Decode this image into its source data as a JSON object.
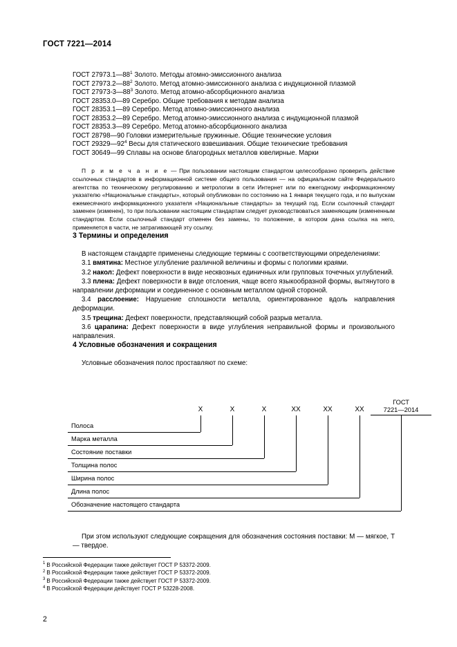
{
  "header": {
    "standard_ref": "ГОСТ 7221—2014"
  },
  "referenced_standards": [
    {
      "text_before": "ГОСТ 27973.1—88",
      "sup": "1",
      "text_after": " Золото. Методы атомно-эмиссионного анализа"
    },
    {
      "text_before": "ГОСТ 27973.2—88",
      "sup": "2",
      "text_after": " Золото. Метод атомно-эмиссионного анализа с индукционной плазмой"
    },
    {
      "text_before": "ГОСТ 27973-3—88",
      "sup": "3",
      "text_after": " Золото. Метод атомно-абсорбционного анализа"
    },
    {
      "text_before": "ГОСТ 28353.0—89 Серебро. Общие требования к методам анализа",
      "sup": "",
      "text_after": ""
    },
    {
      "text_before": "ГОСТ 28353.1—89 Серебро. Метод атомно-эмиссионного анализа",
      "sup": "",
      "text_after": ""
    },
    {
      "text_before": "ГОСТ 28353.2—89 Серебро. Метод атомно-эмиссионного анализа с индукционной плазмой",
      "sup": "",
      "text_after": ""
    },
    {
      "text_before": "ГОСТ 28353.3—89 Серебро. Метод атомно-абсорбционного анализа",
      "sup": "",
      "text_after": ""
    },
    {
      "text_before": "ГОСТ 28798—90 Головки измерительные пружинные. Общие технические условия",
      "sup": "",
      "text_after": ""
    },
    {
      "text_before": "ГОСТ 29329—92",
      "sup": "4",
      "text_after": " Весы для статического взвешивания. Общие технические требования"
    },
    {
      "text_before": "ГОСТ 30649—99 Сплавы на основе благородных металлов ювелирные. Марки",
      "sup": "",
      "text_after": ""
    }
  ],
  "note": {
    "label": "П р и м е ч а н и е",
    "body": " — При пользовании настоящим стандартом целесообразно проверить действие ссылочных стандартов в информационной системе общего пользования — на официальном сайте Федерального агентства по техническому регулированию и метрологии в сети Интернет или по ежегодному информационному указателю «Национальные стандарты», который опубликован по состоянию на 1 января текущего года, и по выпускам ежемесячного информационного указателя «Национальные стандарты» за текущий год. Если ссылочный стандарт заменен (изменен), то при пользовании настоящим стандартам следует руководствоваться заменяющим (измененным стандартом. Если ссылочный стандарт отменен без замены, то положение, в котором дана ссылка на него, применяется в части, не затрагивающей эту ссылку."
  },
  "section3": {
    "heading": "3 Термины и определения",
    "intro": "В настоящем стандарте применены следующие термины с соответствующими определениями:",
    "terms": [
      {
        "num": "3.1 ",
        "term": "вмятина:",
        "def": " Местное углубление различной величины и формы с пологими краями."
      },
      {
        "num": "3.2 ",
        "term": "накол:",
        "def": " Дефект поверхности в виде несквозных единичных или групповых точечных углублений."
      },
      {
        "num": "3.3 ",
        "term": "плена:",
        "def": " Дефект поверхности в виде отслоения, чаще всего языкообразной формы, вытянутого в направлении деформации и соединенное с основным металлом одной стороной."
      },
      {
        "num": "3.4 ",
        "term": "расслоение:",
        "def": " Нарушение сплошности металла, ориентированное вдоль направления деформации."
      },
      {
        "num": "3.5 ",
        "term": "трещина:",
        "def": " Дефект поверхности, представляющий собой разрыв металла."
      },
      {
        "num": "3.6 ",
        "term": "царапина:",
        "def": " Дефект поверхности в виде углубления неправильной формы и произвольного направления."
      }
    ]
  },
  "section4": {
    "heading": "4 Условные обозначения и сокращения",
    "lead": "Условные обозначения полос проставляют по схеме:",
    "closing": "При этом используют следующие сокращения для обозначения состояния поставки: М — мягкое, Т — твердое."
  },
  "scheme": {
    "markers": [
      "X",
      "X",
      "X",
      "XX",
      "XX",
      "XX"
    ],
    "gost_tag_line1": "ГОСТ",
    "gost_tag_line2": "7221—2014",
    "rows": [
      "Полоса",
      "Марка металла",
      "Состояние поставки",
      "Толщина полос",
      "Ширина полос",
      "Длина полос",
      "Обозначение настоящего стандарта"
    ]
  },
  "footnotes": [
    {
      "marker": "1",
      "text": "В Российской Федерации также действует ГОСТ Р 53372-2009."
    },
    {
      "marker": "2",
      "text": "В Российской Федерации также действует ГОСТ Р 53372-2009."
    },
    {
      "marker": "3",
      "text": "В Российской Федерации также действует ГОСТ Р 53372-2009."
    },
    {
      "marker": "4",
      "text": "В Российской Федерации действует ГОСТ Р 53228-2008."
    }
  ],
  "page_number": "2"
}
